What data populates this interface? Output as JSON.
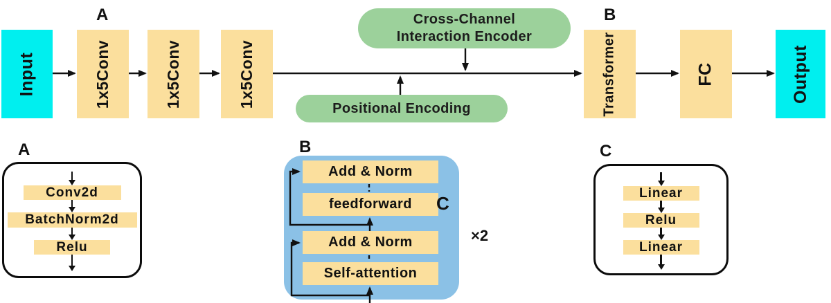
{
  "colors": {
    "io_fill": "#00efef",
    "block_fill": "#fbdf9d",
    "encoder_fill": "#9cd19b",
    "transformer_detail_fill": "#8bc1e6",
    "line": "#111111"
  },
  "top_row": {
    "section_label_a": "A",
    "section_label_b": "B",
    "input": "Input",
    "conv_blocks": [
      "1x5Conv",
      "1x5Conv",
      "1x5Conv"
    ],
    "cross_channel_encoder": "Cross-Channel\nInteraction Encoder",
    "positional_encoding": "Positional Encoding",
    "transformer": "Transformer",
    "fc": "FC",
    "output": "Output"
  },
  "detail_a": {
    "label": "A",
    "steps": [
      "Conv2d",
      "BatchNorm2d",
      "Relu"
    ]
  },
  "detail_b": {
    "label": "B",
    "steps": [
      "Add & Norm",
      "feedforward",
      "Add & Norm",
      "Self-attention"
    ],
    "c_marker": "C",
    "repeat": "×2"
  },
  "detail_c": {
    "label": "C",
    "steps": [
      "Linear",
      "Relu",
      "Linear"
    ]
  }
}
